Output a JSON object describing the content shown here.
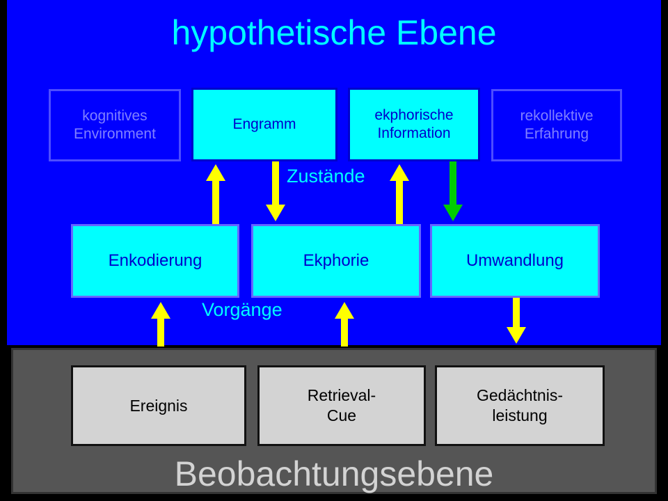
{
  "title": "hypothetische Ebene",
  "bottom_title": "Beobachtungsebene",
  "states": [
    {
      "label": "kognitives\nEnvironment",
      "active": false
    },
    {
      "label": "Engramm",
      "active": true
    },
    {
      "label": "ekphorische\nInformation",
      "active": true
    },
    {
      "label": "rekollektive\nErfahrung",
      "active": false
    }
  ],
  "states_label": "Zustände",
  "processes": [
    "Enkodierung",
    "Ekphorie",
    "Umwandlung"
  ],
  "processes_label": "Vorgänge",
  "observations": [
    "Ereignis",
    "Retrieval-\nCue",
    "Gedächtnis-\nleistung"
  ],
  "colors": {
    "hypothetical_background": "#0000ff",
    "observation_background": "#555555",
    "box_fill": "#00ffff",
    "arrow_yellow": "#ffff00",
    "arrow_green": "#00cc00"
  }
}
